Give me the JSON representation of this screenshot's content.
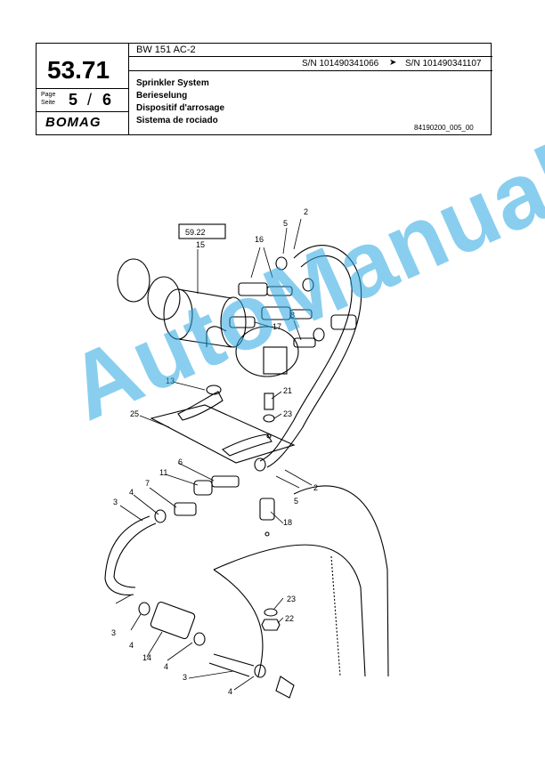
{
  "header": {
    "section_number": "53.71",
    "page_label_1": "Page",
    "page_label_2": "Seite",
    "page_current": "5",
    "page_sep": "/",
    "page_total": "6",
    "brand": "BOMAG",
    "model": "BW 151 AC-2",
    "serial_from": "S/N 101490341066",
    "serial_arrow": "➤",
    "serial_to": "S/N 101490341107",
    "titles": [
      "Sprinkler System",
      "Berieselung",
      "Dispositif d'arrosage",
      "Sistema de rociado"
    ],
    "doc_number": "84190200_005_00"
  },
  "diagram": {
    "reference_box": "59.22",
    "callouts": [
      "2",
      "2",
      "3",
      "3",
      "3",
      "4",
      "4",
      "4",
      "4",
      "5",
      "5",
      "6",
      "7",
      "8",
      "11",
      "13",
      "14",
      "15",
      "16",
      "17",
      "18",
      "21",
      "22",
      "23",
      "23",
      "25"
    ]
  },
  "watermark": "AutoManual"
}
